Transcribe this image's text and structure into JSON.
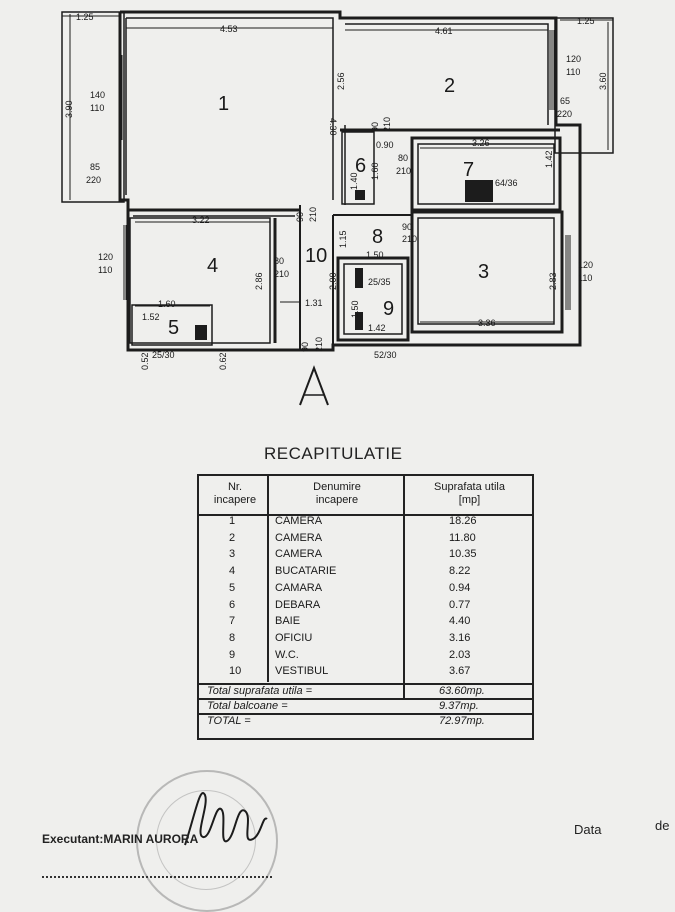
{
  "plan": {
    "rooms": [
      {
        "id": "1",
        "label": "1"
      },
      {
        "id": "2",
        "label": "2"
      },
      {
        "id": "3",
        "label": "3"
      },
      {
        "id": "4",
        "label": "4"
      },
      {
        "id": "5",
        "label": "5"
      },
      {
        "id": "6",
        "label": "6"
      },
      {
        "id": "7",
        "label": "7"
      },
      {
        "id": "8",
        "label": "8"
      },
      {
        "id": "9",
        "label": "9"
      },
      {
        "id": "10",
        "label": "10"
      }
    ],
    "dimensions": {
      "d_125_left": "1.25",
      "d_453": "4.53",
      "d_461": "4.61",
      "d_125_right": "1.25",
      "d_390": "3.90",
      "d_140": "140",
      "d_110_a": "110",
      "d_85_a": "85",
      "d_220_a": "220",
      "d_256": "2.56",
      "d_430": "4.30",
      "d_120_a": "120",
      "d_110_b": "110",
      "d_360": "3.60",
      "d_65": "65",
      "d_220_b": "220",
      "d_90_a": "90",
      "d_210_a": "210",
      "d_090": "0.90",
      "d_326": "3.26",
      "d_80_a": "80",
      "d_210_b": "210",
      "d_140_b": "1.40",
      "d_160": "1.60",
      "d_142_a": "1.42",
      "d_64_36": "64/36",
      "d_90_b": "90",
      "d_210_c": "210",
      "d_322": "3.22",
      "d_90_c": "90",
      "d_210_d": "210",
      "d_115": "1.15",
      "d_120_c": "120",
      "d_110_c": "110",
      "d_80_b": "80",
      "d_210_e": "210",
      "d_286": "2.86",
      "d_150": "1.50",
      "d_25_35": "25/35",
      "d_200": "2.00",
      "d_283": "2.83",
      "d_120_d": "120",
      "d_110_d": "110",
      "d_160_b": "1.60",
      "d_152": "1.52",
      "d_131": "1.31",
      "d_150_b": "1.50",
      "d_142_b": "1.42",
      "d_336": "3.36",
      "d_052": "0.52",
      "d_25_30": "25/30",
      "d_062": "0.62",
      "d_90_d": "90",
      "d_210_f": "210",
      "d_52_30": "52/30"
    }
  },
  "recap": {
    "title": "RECAPITULATIE",
    "headers": {
      "nr": "Nr.",
      "nr2": "incapere",
      "den": "Denumire",
      "den2": "incapere",
      "sup": "Suprafata utila",
      "sup2": "[mp]"
    },
    "rows": [
      {
        "nr": "1",
        "name": "CAMERA",
        "area": "18.26"
      },
      {
        "nr": "2",
        "name": "CAMERA",
        "area": "11.80"
      },
      {
        "nr": "3",
        "name": "CAMERA",
        "area": "10.35"
      },
      {
        "nr": "4",
        "name": "BUCATARIE",
        "area": "8.22"
      },
      {
        "nr": "5",
        "name": "CAMARA",
        "area": "0.94"
      },
      {
        "nr": "6",
        "name": "DEBARA",
        "area": "0.77"
      },
      {
        "nr": "7",
        "name": "BAIE",
        "area": "4.40"
      },
      {
        "nr": "8",
        "name": "OFICIU",
        "area": "3.16"
      },
      {
        "nr": "9",
        "name": "W.C.",
        "area": "2.03"
      },
      {
        "nr": "10",
        "name": "VESTIBUL",
        "area": "3.67"
      }
    ],
    "totals": [
      {
        "label": "Total suprafata utila =",
        "value": "63.60mp."
      },
      {
        "label": "Total balcoane =",
        "value": "9.37mp."
      },
      {
        "label": "TOTAL =",
        "value": "72.97mp."
      }
    ]
  },
  "footer": {
    "executant": "Executant:MARIN AURORA",
    "data": "Data",
    "de": "de"
  }
}
